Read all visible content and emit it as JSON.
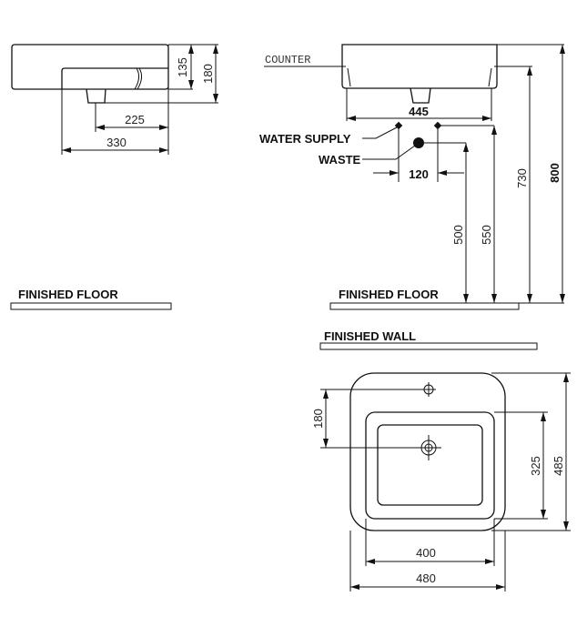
{
  "side_view": {
    "dims": {
      "d135": "135",
      "d180": "180",
      "d225": "225",
      "d330": "330"
    }
  },
  "front_view": {
    "labels": {
      "counter": "COUNTER",
      "water_supply": "WATER SUPPLY",
      "waste": "WASTE",
      "finished_floor": "FINISHED FLOOR"
    },
    "dims": {
      "d445": "445",
      "d120": "120",
      "d500": "500",
      "d550": "550",
      "d730": "730",
      "d800": "800"
    }
  },
  "left_floor": {
    "label": "FINISHED FLOOR"
  },
  "plan_view": {
    "labels": {
      "finished_wall": "FINISHED WALL"
    },
    "dims": {
      "d180": "180",
      "d325": "325",
      "d485": "485",
      "d400": "400",
      "d480": "480"
    }
  }
}
